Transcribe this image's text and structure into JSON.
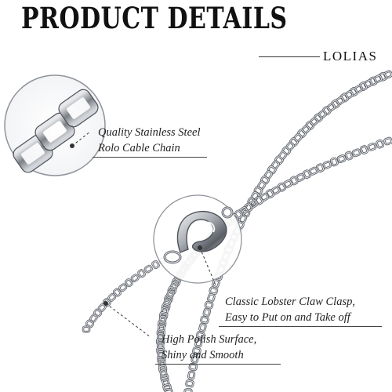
{
  "header": {
    "title": "PRODUCT DETAILS",
    "brand": "LOLIAS"
  },
  "callouts": [
    {
      "line1": "Quality Stainless Steel",
      "line2": "Rolo Cable Chain"
    },
    {
      "line1": "Classic Lobster Claw Clasp,",
      "line2": "Easy to Put on and Take off"
    },
    {
      "line1": "High Polish Surface,",
      "line2": "Shiny and Smooth"
    }
  ],
  "colors": {
    "steel": "#9da1a7",
    "steel_dark": "#4e5259",
    "steel_light": "#eef0f2",
    "text": "#222222"
  }
}
